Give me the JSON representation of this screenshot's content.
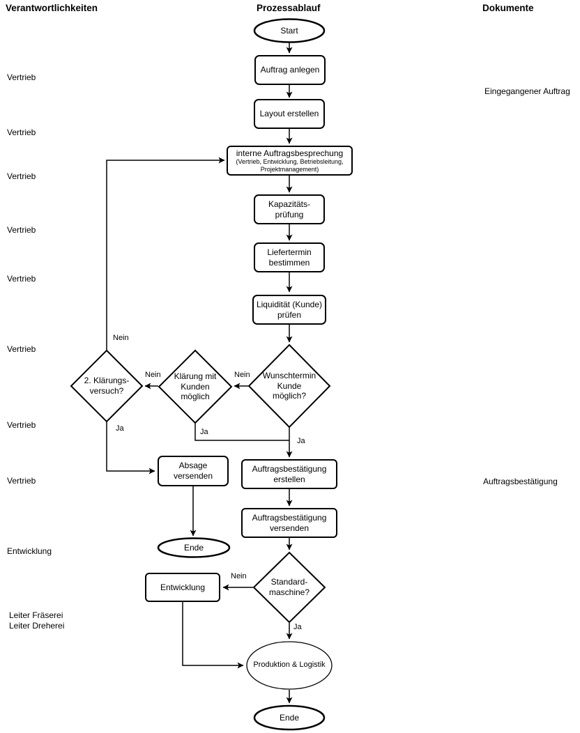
{
  "diagram": {
    "type": "flowchart",
    "headers": {
      "left": "Verantwortlichkeiten",
      "center": "Prozessablauf",
      "right": "Dokumente"
    },
    "responsibilities": [
      {
        "label": "Vertrieb"
      },
      {
        "label": "Vertrieb"
      },
      {
        "label": "Vertrieb"
      },
      {
        "label": "Vertrieb"
      },
      {
        "label": "Vertrieb"
      },
      {
        "label": "Vertrieb"
      },
      {
        "label": "Vertrieb"
      },
      {
        "label": "Vertrieb"
      },
      {
        "label": "Entwicklung"
      },
      {
        "label": "Leiter Fräserei\nLeiter Dreherei"
      }
    ],
    "documents": [
      {
        "label": "Eingegangener Auftrag"
      },
      {
        "label": "Auftragsbestätigung"
      }
    ],
    "nodes": {
      "start": {
        "shape": "ellipse",
        "label": "Start"
      },
      "auftrag_anlegen": {
        "shape": "rect",
        "label": "Auftrag anlegen"
      },
      "layout_erstellen": {
        "shape": "rect",
        "label": "Layout erstellen"
      },
      "interne_besprechung": {
        "shape": "rect",
        "label": "interne Auftragsbesprechung",
        "sublabel": "(Vertrieb, Entwicklung, Betriebsleitung,\nProjektmanagement)"
      },
      "kapazitaetspruefung": {
        "shape": "rect",
        "label": "Kapazitäts-\nprüfung"
      },
      "liefertermin_bestimmen": {
        "shape": "rect",
        "label": "Liefertermin\nbestimmen"
      },
      "liquiditaet_pruefen": {
        "shape": "rect",
        "label": "Liquidität (Kunde)\nprüfen"
      },
      "wunschtermin_moeglich": {
        "shape": "diamond",
        "label": "Wunschtermin\nKunde\nmöglich?"
      },
      "klaerung_mit_kunden": {
        "shape": "diamond",
        "label": "Klärung mit\nKunden\nmöglich"
      },
      "zweiter_klaerungsversuch": {
        "shape": "diamond",
        "label": "2. Klärungs-\nversuch?"
      },
      "absage_versenden": {
        "shape": "rect",
        "label": "Absage\nversenden"
      },
      "auftragsbestaetigung_erstellen": {
        "shape": "rect",
        "label": "Auftragsbestätigung\nerstellen"
      },
      "auftragsbestaetigung_versenden": {
        "shape": "rect",
        "label": "Auftragsbestätigung\nversenden"
      },
      "ende_links": {
        "shape": "ellipse",
        "label": "Ende"
      },
      "standardmaschine": {
        "shape": "diamond",
        "label": "Standard-\nmaschine?"
      },
      "entwicklung": {
        "shape": "rect",
        "label": "Entwicklung"
      },
      "produktion_logistik": {
        "shape": "ellipse",
        "label": "Produktion & Logistik"
      },
      "ende": {
        "shape": "ellipse",
        "label": "Ende"
      }
    },
    "edge_labels": {
      "nein_feedback": "Nein",
      "nein_klaerung": "Nein",
      "nein_wunschtermin": "Nein",
      "ja_zweiter_klaerungsversuch": "Ja",
      "ja_klaerung": "Ja",
      "ja_wunschtermin": "Ja",
      "nein_standardmaschine": "Nein",
      "ja_standardmaschine": "Ja"
    },
    "edges": [
      {
        "from": "start",
        "to": "auftrag_anlegen"
      },
      {
        "from": "auftrag_anlegen",
        "to": "layout_erstellen"
      },
      {
        "from": "layout_erstellen",
        "to": "interne_besprechung"
      },
      {
        "from": "interne_besprechung",
        "to": "kapazitaetspruefung"
      },
      {
        "from": "kapazitaetspruefung",
        "to": "liefertermin_bestimmen"
      },
      {
        "from": "liefertermin_bestimmen",
        "to": "liquiditaet_pruefen"
      },
      {
        "from": "liquiditaet_pruefen",
        "to": "wunschtermin_moeglich"
      },
      {
        "from": "wunschtermin_moeglich",
        "to": "klaerung_mit_kunden",
        "label": "Nein"
      },
      {
        "from": "wunschtermin_moeglich",
        "to": "auftragsbestaetigung_erstellen",
        "label": "Ja"
      },
      {
        "from": "klaerung_mit_kunden",
        "to": "zweiter_klaerungsversuch",
        "label": "Nein"
      },
      {
        "from": "klaerung_mit_kunden",
        "to": "auftragsbestaetigung_erstellen",
        "label": "Ja"
      },
      {
        "from": "zweiter_klaerungsversuch",
        "to": "interne_besprechung",
        "label": "Nein"
      },
      {
        "from": "zweiter_klaerungsversuch",
        "to": "absage_versenden",
        "label": "Ja"
      },
      {
        "from": "absage_versenden",
        "to": "ende_links"
      },
      {
        "from": "auftragsbestaetigung_erstellen",
        "to": "auftragsbestaetigung_versenden"
      },
      {
        "from": "auftragsbestaetigung_versenden",
        "to": "standardmaschine"
      },
      {
        "from": "standardmaschine",
        "to": "entwicklung",
        "label": "Nein"
      },
      {
        "from": "standardmaschine",
        "to": "produktion_logistik",
        "label": "Ja"
      },
      {
        "from": "entwicklung",
        "to": "produktion_logistik"
      },
      {
        "from": "produktion_logistik",
        "to": "ende"
      }
    ],
    "colors": {
      "stroke": "#000000",
      "fill": "#ffffff",
      "text": "#000000"
    }
  }
}
